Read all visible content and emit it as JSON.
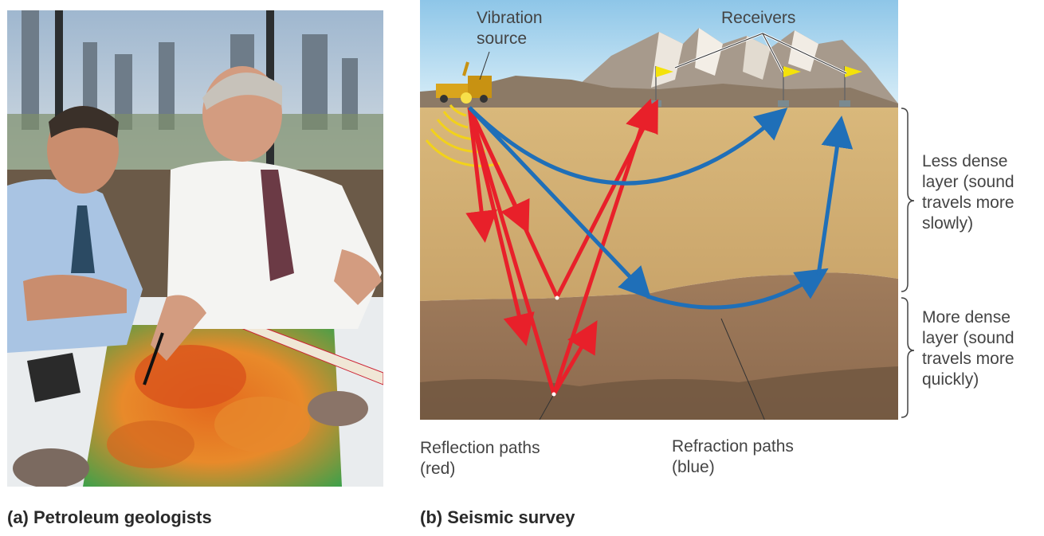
{
  "panel_a": {
    "caption": "(a) Petroleum geologists"
  },
  "panel_b": {
    "caption": "(b) Seismic survey",
    "labels": {
      "vibration_source": [
        "Vibration",
        "source"
      ],
      "receivers": "Receivers",
      "less_dense": [
        "Less dense",
        "layer (sound",
        "travels more",
        "slowly)"
      ],
      "more_dense": [
        "More dense",
        "layer (sound",
        "travels more",
        "quickly)"
      ],
      "reflection": [
        "Reflection paths",
        "(red)"
      ],
      "refraction": [
        "Refraction paths",
        "(blue)"
      ]
    },
    "colors": {
      "reflection_path": "#e8202a",
      "refraction_path": "#1f6fb8",
      "wave_rings": "#f2d21a",
      "flag": "#f4e20a"
    }
  }
}
